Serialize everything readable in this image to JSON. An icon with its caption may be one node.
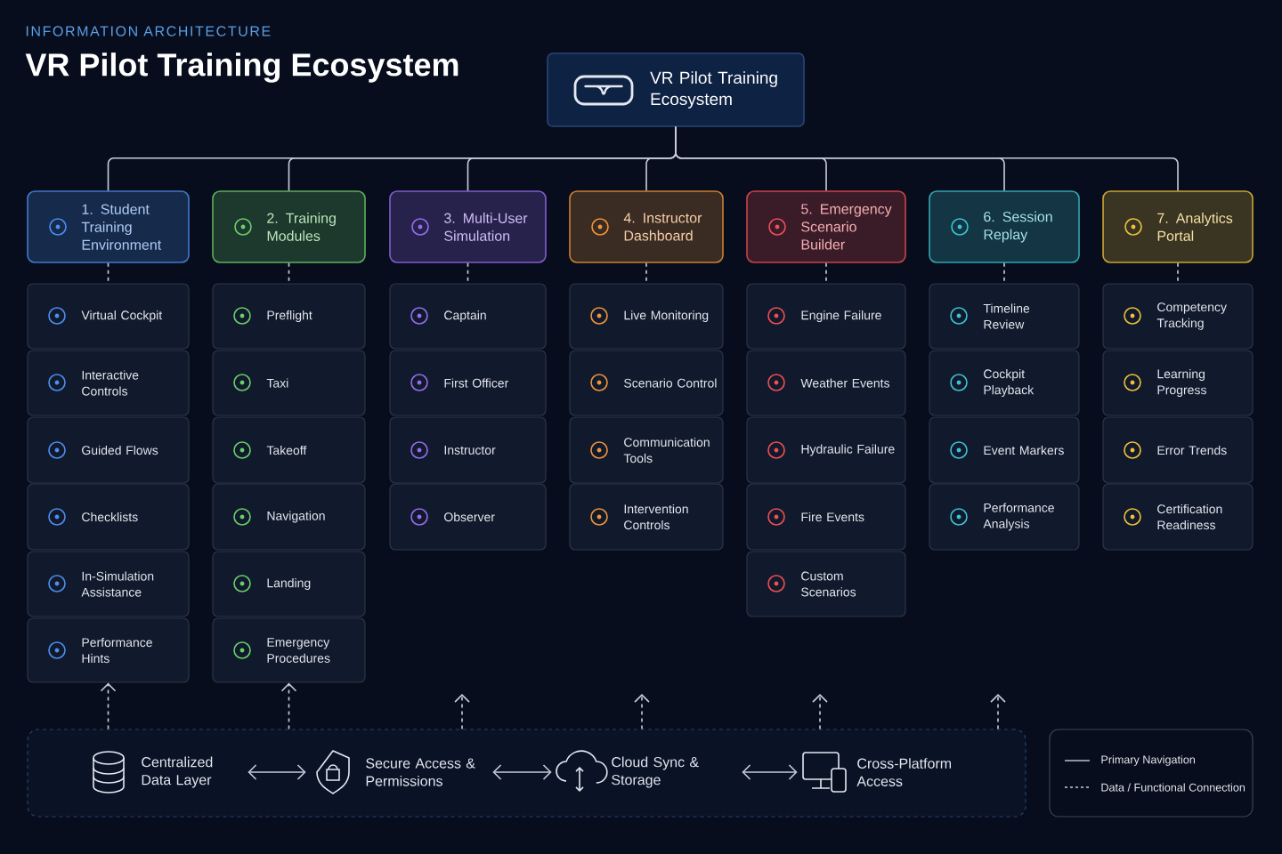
{
  "diagram": {
    "title": "VR Pilot Training Ecosystem",
    "nodes": [
      {
        "text": [
          "VR Pilot Training Ecosystem"
        ]
      },
      {
        "text": [
          "1. Student Training Environment"
        ]
      },
      {
        "text": [
          "2. Training Modules"
        ]
      },
      {
        "text": [
          "3. Multi-User Simulation"
        ]
      },
      {
        "text": [
          "4. Instructor Dashboard"
        ]
      },
      {
        "text": [
          "5. Emergency Scenario Builder"
        ]
      },
      {
        "text": [
          "6. Session Replay"
        ]
      },
      {
        "text": [
          "7. Analytics Portal"
        ]
      },
      {
        "text": [
          "Virtual Cockpit"
        ]
      },
      {
        "text": [
          "Interactive Controls"
        ]
      },
      {
        "text": [
          "Guided Flows"
        ]
      },
      {
        "text": [
          "Checklists"
        ]
      },
      {
        "text": [
          "In-Simulation Assistance"
        ]
      },
      {
        "text": [
          "Performance Hints"
        ]
      },
      {
        "text": [
          "Preflight"
        ]
      },
      {
        "text": [
          "Taxi"
        ]
      },
      {
        "text": [
          "Takeoff"
        ]
      },
      {
        "text": [
          "Navigation"
        ]
      },
      {
        "text": [
          "Landing"
        ]
      },
      {
        "text": [
          "Emergency Procedures"
        ]
      },
      {
        "text": [
          "Captain"
        ]
      },
      {
        "text": [
          "First Officer"
        ]
      },
      {
        "text": [
          "Instructor"
        ]
      },
      {
        "text": [
          "Observer"
        ]
      },
      {
        "text": [
          "Live Monitoring"
        ]
      },
      {
        "text": [
          "Scenario Control"
        ]
      },
      {
        "text": [
          "Communication Tools"
        ]
      },
      {
        "text": [
          "Intervention Controls"
        ]
      },
      {
        "text": [
          "Engine Failure"
        ]
      },
      {
        "text": [
          "Weather Events"
        ]
      },
      {
        "text": [
          "Hydraulic Failure"
        ]
      },
      {
        "text": [
          "Fire Events"
        ]
      },
      {
        "text": [
          "Custom Scenarios"
        ]
      },
      {
        "text": [
          "Timeline Review"
        ]
      },
      {
        "text": [
          "Cockpit Playback"
        ]
      },
      {
        "text": [
          "Event Markers"
        ]
      },
      {
        "text": [
          "Performance Analysis"
        ]
      },
      {
        "text": [
          "Competency Tracking"
        ]
      },
      {
        "text": [
          "Learning Progress"
        ]
      },
      {
        "text": [
          "Error Trends"
        ]
      },
      {
        "text": [
          "Certification Readiness"
        ]
      },
      {
        "text": [],
        "shape": "box"
      },
      {
        "text": [
          "Centralized Data Layer"
        ],
        "in": 41
      },
      {
        "text": [
          "Secure Access & Permissions"
        ],
        "in": 41
      },
      {
        "text": [
          "Cloud Sync & Storage"
        ],
        "in": 41
      },
      {
        "text": [
          "Cross-Platform Access"
        ],
        "in": 41
      }
    ],
    "edges": [
      {
        "from": 0,
        "to": 1,
        "arrow": "none"
      },
      {
        "from": 0,
        "to": 2,
        "arrow": "none"
      },
      {
        "from": 0,
        "to": 3,
        "arrow": "none"
      },
      {
        "from": 0,
        "to": 4,
        "arrow": "none"
      },
      {
        "from": 0,
        "to": 5,
        "arrow": "none"
      },
      {
        "from": 0,
        "to": 6,
        "arrow": "none"
      },
      {
        "from": 0,
        "to": 7,
        "arrow": "none"
      },
      {
        "from": 1,
        "to": 8,
        "arrow": "none",
        "style": "dashed"
      },
      {
        "from": 2,
        "to": 14,
        "arrow": "none",
        "style": "dashed"
      },
      {
        "from": 3,
        "to": 20,
        "arrow": "none",
        "style": "dashed"
      },
      {
        "from": 4,
        "to": 24,
        "arrow": "none",
        "style": "dashed"
      },
      {
        "from": 5,
        "to": 28,
        "arrow": "none",
        "style": "dashed"
      },
      {
        "from": 6,
        "to": 33,
        "arrow": "none",
        "style": "dashed"
      },
      {
        "from": 7,
        "to": 37,
        "arrow": "none",
        "style": "dashed"
      },
      {
        "from": 41,
        "to": 13,
        "arrow": "to",
        "style": "dashed"
      },
      {
        "from": 41,
        "to": 19,
        "arrow": "to",
        "style": "dashed"
      },
      {
        "from": 41,
        "to": null,
        "arrow": "to",
        "style": "dashed"
      },
      {
        "from": 41,
        "to": null,
        "arrow": "to",
        "style": "dashed"
      },
      {
        "from": 41,
        "to": null,
        "arrow": "to",
        "style": "dashed"
      },
      {
        "from": 41,
        "to": null,
        "arrow": "to",
        "style": "dashed"
      },
      {
        "from": 42,
        "to": 43,
        "arrow": "both"
      },
      {
        "from": 43,
        "to": 44,
        "arrow": "both"
      },
      {
        "from": 44,
        "to": 45,
        "arrow": "both"
      }
    ],
    "labels": [
      "INFORMATION ARCHITECTURE"
    ],
    "legend": [
      {
        "text": "Primary Navigation"
      },
      {
        "text": "Data / Functional Connection"
      }
    ]
  }
}
